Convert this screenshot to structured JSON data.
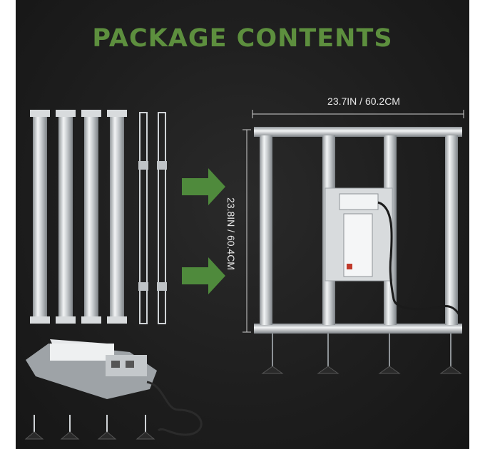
{
  "title": "PACKAGE CONTENTS",
  "dimensions": {
    "width_label": "23.7IN / 60.2CM",
    "height_label": "23.8IN / 60.4CM"
  },
  "colors": {
    "title": "#5d8f3e",
    "arrow": "#4f8a3c",
    "background": "#1e1e1e",
    "metal": "#cfd3d6"
  },
  "icons": [
    "light-bar",
    "connecting-rod",
    "driver-box",
    "arrow-right",
    "hanging-hook",
    "assembled-fixture"
  ]
}
